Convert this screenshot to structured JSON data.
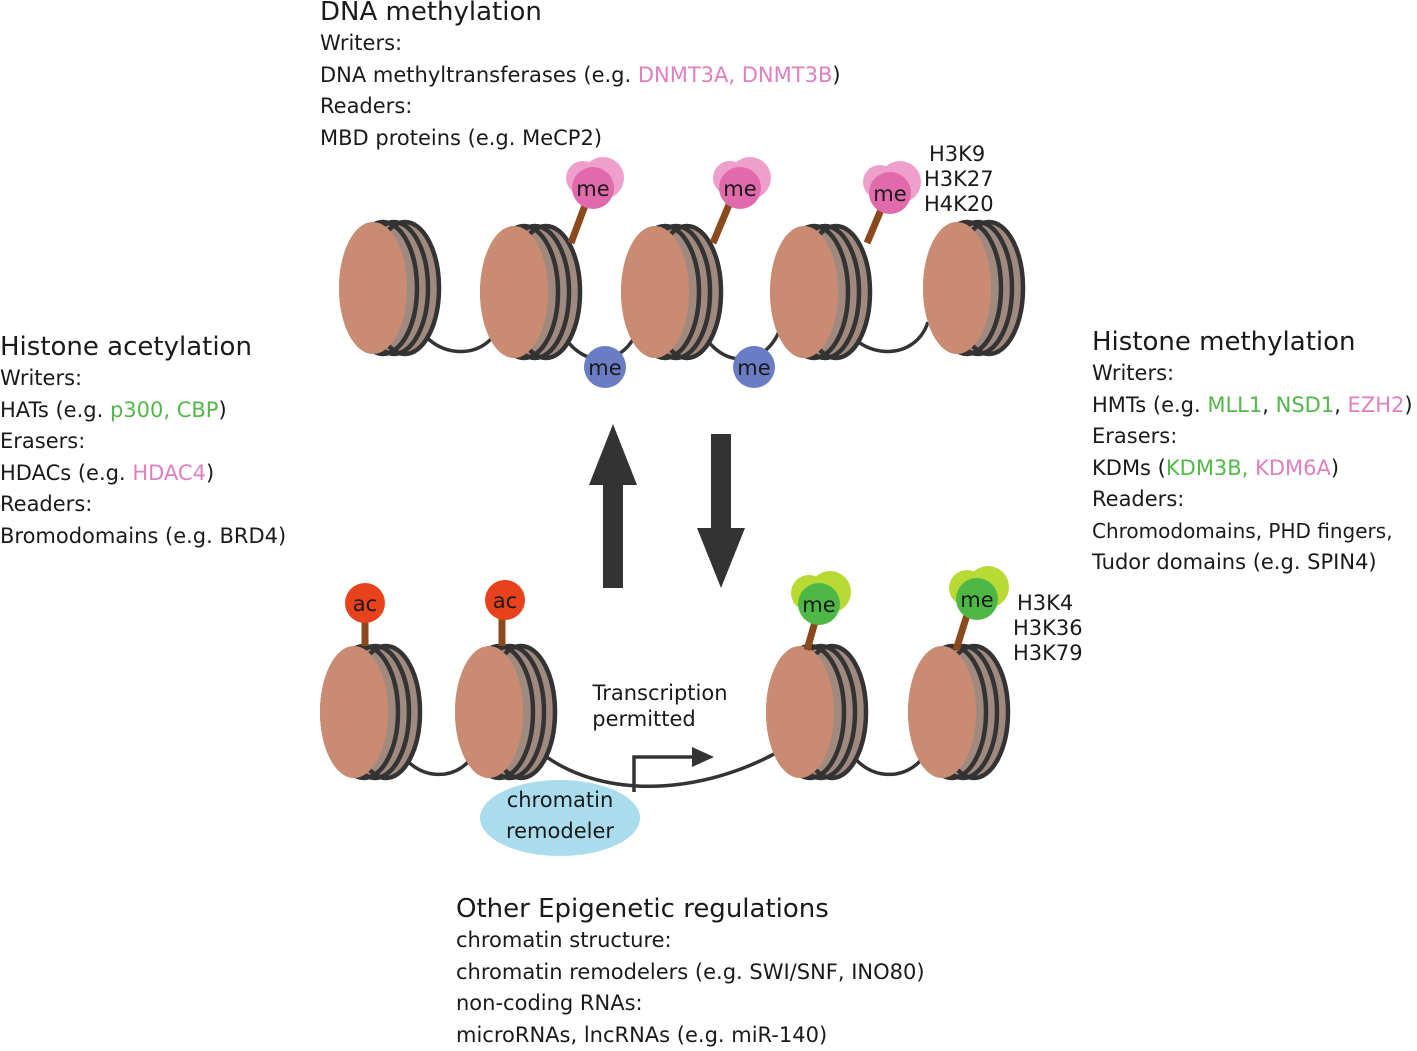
{
  "dna_methylation": {
    "heading": "DNA methylation",
    "writers_label": "Writers:",
    "writers_prefix": "DNA methyltransferases (e.g. ",
    "writers_examples": "DNMT3A, DNMT3B",
    "writers_suffix": ")",
    "readers_label": "Readers:",
    "readers_text": "MBD proteins (e.g. MeCP2)"
  },
  "histone_acetylation": {
    "heading": "Histone acetylation",
    "writers_label": "Writers:",
    "writers_prefix": "HATs (e.g. ",
    "writers_examples": "p300, CBP",
    "writers_suffix": ")",
    "erasers_label": "Erasers:",
    "erasers_prefix": "HDACs (e.g. ",
    "erasers_examples": "HDAC4",
    "erasers_suffix": ")",
    "readers_label": "Readers:",
    "readers_text": "Bromodomains (e.g. BRD4)"
  },
  "histone_methylation": {
    "heading": "Histone methylation",
    "writers_label": "Writers:",
    "writers_prefix": "HMTs (e.g. ",
    "writers_ex1": "MLL1",
    "writers_sep1": ", ",
    "writers_ex2": "NSD1",
    "writers_sep2": ", ",
    "writers_ex3": "EZH2",
    "writers_suffix": ")",
    "erasers_label": "Erasers:",
    "erasers_prefix": "KDMs (",
    "erasers_ex1": "KDM3B,",
    "erasers_ex2": " KDM6A",
    "erasers_suffix": ")",
    "readers_label": "Readers:",
    "readers_line1": "Chromodomains, PHD fingers,",
    "readers_line2": "Tudor domains (e.g. SPIN4)"
  },
  "other_regulations": {
    "heading": "Other Epigenetic regulations",
    "line1": "chromatin structure:",
    "line2": "chromatin remodelers (e.g. SWI/SNF, INO80)",
    "line3": "non-coding RNAs:",
    "line4": "microRNAs, lncRNAs (e.g. miR-140)"
  },
  "repressive_marks": [
    "H3K9",
    "H3K27",
    "H4K20"
  ],
  "active_marks": [
    "H3K4",
    "H3K36",
    "H3K79"
  ],
  "mark_labels": {
    "methyl": "me",
    "acetyl": "ac"
  },
  "transcription_label": [
    "Transcription",
    "permitted"
  ],
  "remodeler_label": [
    "chromatin",
    "remodeler"
  ],
  "colors": {
    "nucleosome_front": "#c98b72",
    "nucleosome_body": "#a08a80",
    "dna_strand": "#333333",
    "histone_me_repressive": "#e06aac",
    "histone_me_repressive_light": "#ee9fcc",
    "dna_me": "#6a7cc4",
    "acetyl": "#e8421c",
    "histone_me_active": "#4eb847",
    "histone_me_active_light": "#b9d935",
    "stalk": "#8a4a1e",
    "remodeler": "#a9dcec",
    "arrow": "#333333"
  }
}
